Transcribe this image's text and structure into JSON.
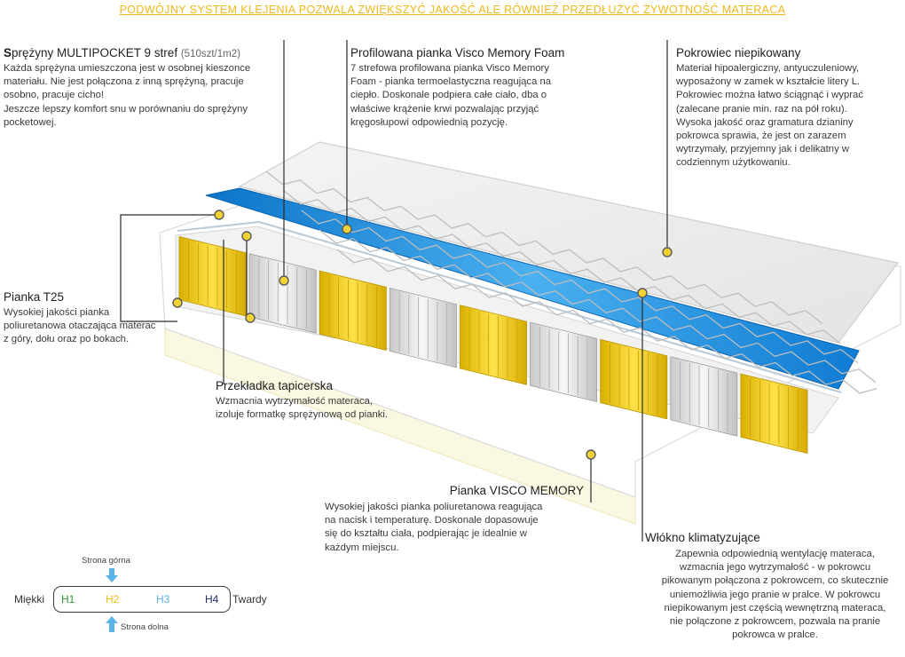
{
  "banner": "PODWÓJNY SYSTEM KLEJENIA POZWALA ZWIĘKSZYĆ JAKOŚĆ ALE RÓWNIEŻ PRZEDŁUŻYĆ ŻYWOTNOŚĆ MATERACA",
  "colors": {
    "banner": "#f0b81a",
    "accent_blue": "#1a8fd6",
    "dot_yellow": "#f3d233",
    "line": "#2a2a2a",
    "h1": "#2e9a2e",
    "h2": "#f0b81a",
    "h3": "#5ab4e6",
    "h4": "#1f2f6e"
  },
  "springs": {
    "title_bold": "S",
    "title_rest": "prężyny MULTIPOCKET 9 stref",
    "title_small": "(510szt/1m2)",
    "text": [
      " Każda sprężyna umieszczona jest w osobnej kieszonce",
      "materiału. Nie jest połączona z inną sprężyną, pracuje",
      "osobno, pracuje cicho!",
      "Jeszcze lepszy komfort snu w porównaniu do  sprężyny",
      "pocketowej."
    ]
  },
  "visco_top": {
    "title": "Profilowana pianka Visco Memory Foam",
    "text": [
      "7 strefowa profilowana pianka Visco Memory",
      "Foam - pianka termoelastyczna reagująca na",
      "ciepło.  Doskonale podpiera całe ciało, dba o",
      "właściwe  krążenie  krwi  pozwalając  przyjąć",
      "kręgosłupowi odpowiednią pozycję."
    ]
  },
  "cover": {
    "title": "Pokrowiec  niepikowany",
    "text": [
      "Materiał hipoalergiczny, antyuczuleniowy,",
      "wyposażony w zamek w kształcie litery L.",
      "Pokrowiec można łatwo ściągnąć i wyprać",
      "(zalecane pranie min.  raz na pół roku).",
      "Wysoka jakość oraz gramatura dzianiny",
      "pokrowca sprawia, że jest on zarazem",
      "wytrzymały, przyjemny jak i delikatny w",
      "codziennym użytkowaniu."
    ]
  },
  "t25": {
    "title": "Pianka T25",
    "text": [
      "Wysokiej jakości pianka",
      "poliuretanowa otaczająca materac",
      "z góry, dołu oraz po bokach."
    ]
  },
  "insert": {
    "title": "Przekładka tapicerska",
    "text": [
      "Wzmacnia wytrzymałość materaca,",
      "izoluje formatkę sprężynową od pianki."
    ]
  },
  "visco_bottom": {
    "title": "Pianka VISCO MEMORY",
    "text": [
      "Wysokiej jakości pianka poliuretanowa reagująca",
      "na nacisk i temperaturę. Doskonale dopasowuje",
      "się do kształtu ciała, podpierając je idealnie w",
      "każdym miejscu."
    ]
  },
  "fiber": {
    "title": "Włókno klimatyzujące",
    "text": [
      "Zapewnia odpowiednią wentylację materaca,",
      "wzmacnia jego wytrzymałość - w pokrowcu",
      "pikowanym połączona z pokrowcem, co skutecznie",
      "uniemożliwia jego pranie w pralce. W pokrowcu",
      "niepikowanym jest częścią wewnętrzną materaca,",
      "nie połączone z pokrowcem, pozwala na pranie",
      "pokrowca w pralce."
    ]
  },
  "scale": {
    "side_top": "Strona górna",
    "side_bottom": "Strona dolna",
    "soft": "Miękki",
    "hard": "Twardy",
    "levels": [
      "H1",
      "H2",
      "H3",
      "H4"
    ]
  },
  "illustration": {
    "zones": [
      "yellow",
      "white",
      "yellow",
      "white",
      "yellow",
      "white",
      "yellow",
      "white",
      "yellow"
    ],
    "icon": "mattress-cross-section"
  }
}
